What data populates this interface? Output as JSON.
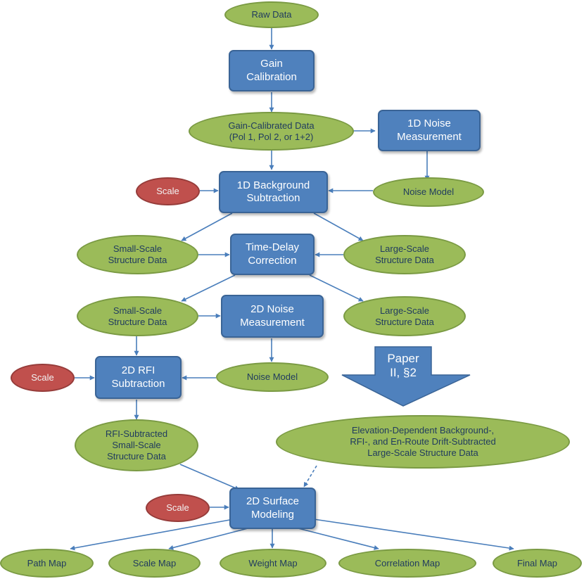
{
  "nodes": {
    "raw_data": "Raw Data",
    "gain_calibration": "Gain\nCalibration",
    "gain_calibrated_data": "Gain-Calibrated Data\n(Pol 1, Pol 2, or 1+2)",
    "noise_1d_measurement": "1D Noise\nMeasurement",
    "scale_1": "Scale",
    "background_1d_subtraction": "1D Background\nSubtraction",
    "noise_model_1": "Noise Model",
    "small_scale_1": "Small-Scale\nStructure Data",
    "time_delay_correction": "Time-Delay\nCorrection",
    "large_scale_1": "Large-Scale\nStructure Data",
    "small_scale_2": "Small-Scale\nStructure Data",
    "noise_2d_measurement": "2D Noise\nMeasurement",
    "large_scale_2": "Large-Scale\nStructure Data",
    "scale_2": "Scale",
    "rfi_2d_subtraction": "2D RFI\nSubtraction",
    "noise_model_2": "Noise Model",
    "rfi_subtracted_data": "RFI-Subtracted\nSmall-Scale\nStructure Data",
    "elevation_dependent_data": "Elevation-Dependent Background-,\nRFI-, and En-Route Drift-Subtracted\nLarge-Scale Structure Data",
    "scale_3": "Scale",
    "surface_2d_modeling": "2D Surface\nModeling",
    "path_map": "Path Map",
    "scale_map": "Scale Map",
    "weight_map": "Weight Map",
    "correlation_map": "Correlation Map",
    "final_map": "Final Map"
  },
  "paper_arrow_label": "Paper\nII, §2",
  "colors": {
    "process_box": "#4f81bd",
    "data_oval": "#9bbb59",
    "scale_oval": "#c0504d",
    "connector": "#4a7ebb",
    "text_dark": "#1f3a5f"
  }
}
